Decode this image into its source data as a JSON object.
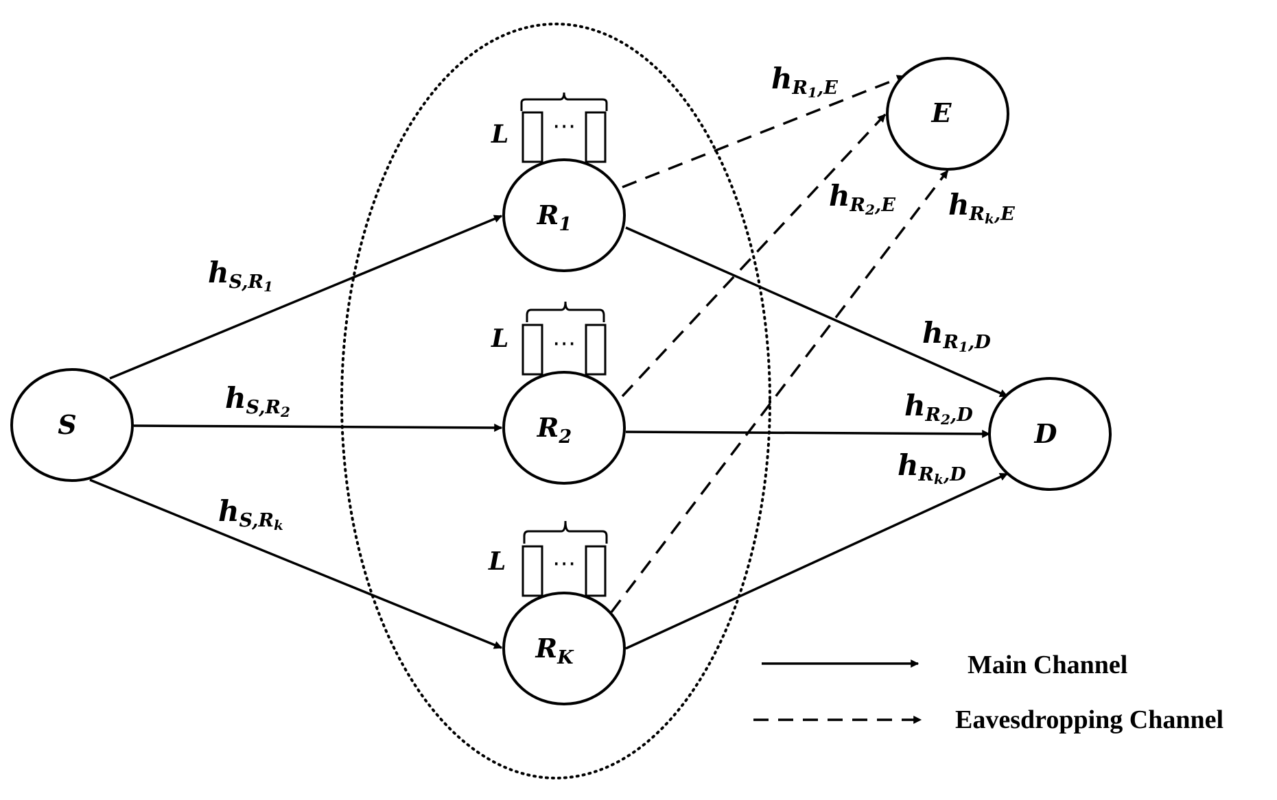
{
  "nodes": {
    "source": "S",
    "relay1": "R",
    "relay1_sub": "1",
    "relay2": "R",
    "relay2_sub": "2",
    "relayK": "R",
    "relayK_sub": "K",
    "eavesdropper": "E",
    "destination": "D"
  },
  "antenna_label": "L",
  "antenna_ellipsis": "⋯",
  "channels": {
    "h": "h",
    "s_r1": {
      "a": "S,",
      "b": "R",
      "c": "1"
    },
    "s_r2": {
      "a": "S,",
      "b": "R",
      "c": "2"
    },
    "s_rk": {
      "a": "S,",
      "b": "R",
      "c": "k"
    },
    "r1_e": {
      "a": "R",
      "b": "1",
      "c": ",E"
    },
    "r2_e": {
      "a": "R",
      "b": "2",
      "c": ",E"
    },
    "rk_e": {
      "a": "R",
      "b": "k",
      "c": ",E"
    },
    "r1_d": {
      "a": "R",
      "b": "1",
      "c": ",D"
    },
    "r2_d": {
      "a": "R",
      "b": "2",
      "c": ",D"
    },
    "rk_d": {
      "a": "R",
      "b": "k",
      "c": ",D"
    }
  },
  "legend": {
    "main": "Main Channel",
    "eaves": "Eavesdropping Channel"
  }
}
